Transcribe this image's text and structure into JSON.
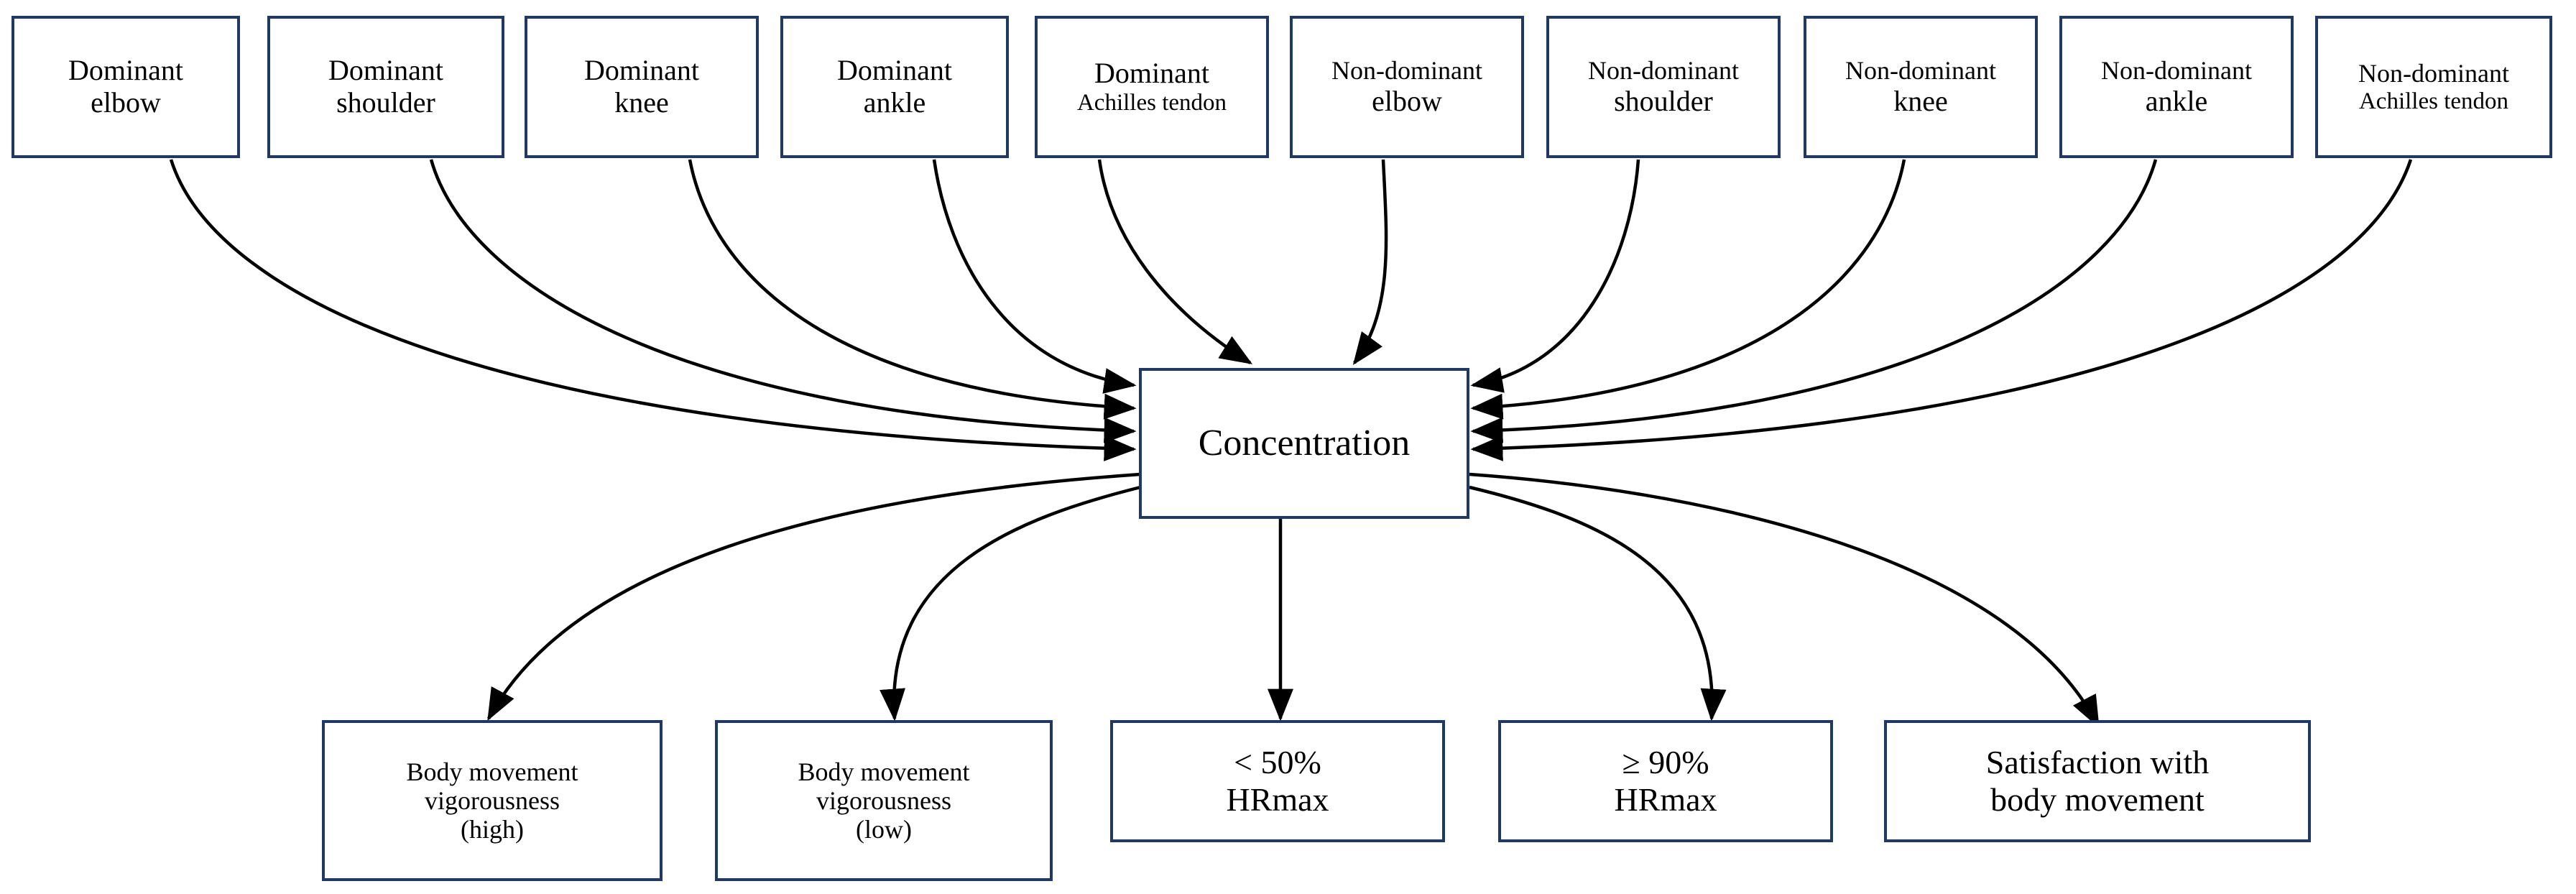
{
  "diagram": {
    "type": "flow-diagram",
    "title": "Concentration mediation diagram",
    "colors": {
      "node_border": "#1f3864",
      "node_fill": "#ffffff",
      "edge": "#000000",
      "background": "#ffffff",
      "text": "#000000"
    },
    "center": {
      "id": "concentration",
      "label": "Concentration"
    },
    "inputs": [
      {
        "id": "dominant-elbow",
        "line1": "Dominant",
        "line2": "elbow"
      },
      {
        "id": "dominant-shoulder",
        "line1": "Dominant",
        "line2": "shoulder"
      },
      {
        "id": "dominant-knee",
        "line1": "Dominant",
        "line2": "knee"
      },
      {
        "id": "dominant-ankle",
        "line1": "Dominant",
        "line2": "ankle"
      },
      {
        "id": "dominant-achilles-tendon",
        "line1": "Dominant",
        "line2": "Achilles tendon"
      },
      {
        "id": "non-dominant-elbow",
        "line1": "Non-dominant",
        "line2": "elbow"
      },
      {
        "id": "non-dominant-shoulder",
        "line1": "Non-dominant",
        "line2": "shoulder"
      },
      {
        "id": "non-dominant-knee",
        "line1": "Non-dominant",
        "line2": "knee"
      },
      {
        "id": "non-dominant-ankle",
        "line1": "Non-dominant",
        "line2": "ankle"
      },
      {
        "id": "non-dominant-achilles-tendon",
        "line1": "Non-dominant",
        "line2": "Achilles tendon"
      }
    ],
    "outputs": [
      {
        "id": "body-movement-vigorousness-high",
        "line1": "Body movement",
        "line2": "vigorousness",
        "line3": "(high)"
      },
      {
        "id": "body-movement-vigorousness-low",
        "line1": "Body movement",
        "line2": "vigorousness",
        "line3": "(low)"
      },
      {
        "id": "hrmax-below-50",
        "line1": "< 50%",
        "line2": "HRmax",
        "line3": ""
      },
      {
        "id": "hrmax-at-or-above-90",
        "line1": "≥ 90%",
        "line2": "HRmax",
        "line3": ""
      },
      {
        "id": "satisfaction-with-body-movement",
        "line1": "Satisfaction with",
        "line2": "body movement",
        "line3": ""
      }
    ],
    "edge_count_in": 10,
    "edge_count_out": 5
  }
}
